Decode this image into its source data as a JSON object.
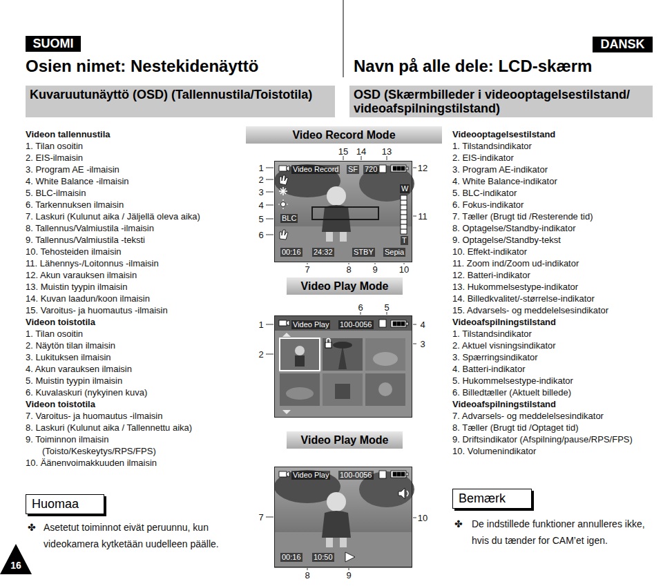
{
  "diagram": {
    "title": "Osien nimet: Nestekidenäyttö",
    "nodes": [
      {
        "text": [
          "SUOMI"
        ]
      },
      {
        "text": [
          "DANSK"
        ]
      },
      {
        "text": [
          "Kuvaruutunäyttö (OSD) (Tallennustila/Toistotila)"
        ]
      },
      {
        "text": [
          "OSD (Skærmbilleder i videooptagelsestilstand/ videoafspilningstilstand)"
        ]
      },
      {
        "text": [
          "Video Record Mode"
        ]
      },
      {
        "text": [
          "Video Record",
          "SF",
          "720",
          "BLC",
          "W",
          "T",
          "00:16",
          "24:32",
          "STBY",
          "Sepia"
        ]
      },
      {
        "text": [
          "Video Play Mode"
        ]
      },
      {
        "text": [
          "Video Play",
          "100-0056"
        ]
      },
      {
        "text": [
          "Video Play Mode"
        ]
      },
      {
        "text": [
          "Video Play",
          "100-0056",
          "00:16",
          "10:50"
        ]
      },
      {
        "text": [
          "Huomaa"
        ]
      },
      {
        "text": [
          "Bemærk"
        ]
      },
      {
        "text": [
          "16"
        ]
      }
    ],
    "labels": [
      "Navn på alle dele: LCD-skærm",
      "Videon tallennustila",
      "1. Tilan osoitin",
      "2. EIS-ilmaisin",
      "3. Program AE -ilmaisin",
      "4. White Balance -ilmaisin",
      "5. BLC-ilmaisin",
      "6. Tarkennuksen ilmaisin",
      "7. Laskuri (Kulunut aika / Jäljellä oleva aika)",
      "8. Tallennus/Valmiustila -ilmaisin",
      "9. Tallennus/Valmiustila -teksti",
      "10. Tehosteiden ilmaisin",
      "11. Lähennys-/Loitonnus -ilmaisin",
      "12. Akun varauksen ilmaisin",
      "13. Muistin tyypin ilmaisin",
      "14. Kuvan laadun/koon ilmaisin",
      "15. Varoitus- ja huomautus -ilmaisin",
      "Videon toistotila",
      "1. Tilan osoitin",
      "2. Näytön tilan ilmaisin",
      "3. Lukituksen ilmaisin",
      "4. Akun varauksen ilmaisin",
      "5. Muistin tyypin ilmaisin",
      "6. Kuvalaskuri (nykyinen kuva)",
      "Videon toistotila",
      "7. Varoitus- ja huomautus -ilmaisin",
      "8. Laskuri (Kulunut aika / Tallennettu aika)",
      "9. Toiminnon ilmaisin (Toisto/Keskeytys/RPS/FPS)",
      "10. Äänenvoimakkuuden ilmaisin",
      "Videooptagelsestilstand",
      "1. Tilstandsindikator",
      "2. EIS-indikator",
      "3. Program AE-indikator",
      "4. White Balance-indikator",
      "5. BLC-indikator",
      "6. Fokus-indikator",
      "7. Tæller (Brugt tid /Resterende tid)",
      "8. Optagelse/Standby-indikator",
      "9. Optagelse/Standby-tekst",
      "10. Effekt-indikator",
      "11. Zoom ind/Zoom ud-indikator",
      "12. Batteri-indikator",
      "13. Hukommelsestype-indikator",
      "14. Billedkvalitet/-størrelse-indikator",
      "15. Advarsels- og meddelelsesindikator",
      "Videoafspilningstilstand",
      "1. Tilstandsindikator",
      "2. Aktuel visningsindikator",
      "3. Spærringsindikator",
      "4. Batteri-indikator",
      "5. Hukommelsestype-indikator",
      "6. Billedtæller (Aktuelt billede)",
      "Videoafspilningstilstand",
      "7. Advarsels- og meddelelsesindikator",
      "8. Tæller (Brugt tid /Optaget tid)",
      "9. Driftsindikator (Afspilning/pause/RPS/FPS)",
      "10. Volumenindikator",
      "15",
      "14",
      "13",
      "1",
      "2",
      "3",
      "4",
      "5",
      "6",
      "12",
      "11",
      "7",
      "8",
      "9",
      "10",
      "6",
      "5",
      "1",
      "2",
      "4",
      "3",
      "7",
      "10",
      "8",
      "9",
      "✤",
      "Asetetut toiminnot eivät peruunnu, kun videokamera kytketään uudelleen päälle.",
      "✤",
      "De indstillede funktioner annulleres ikke, hvis du tænder for CAM’et igen."
    ]
  }
}
